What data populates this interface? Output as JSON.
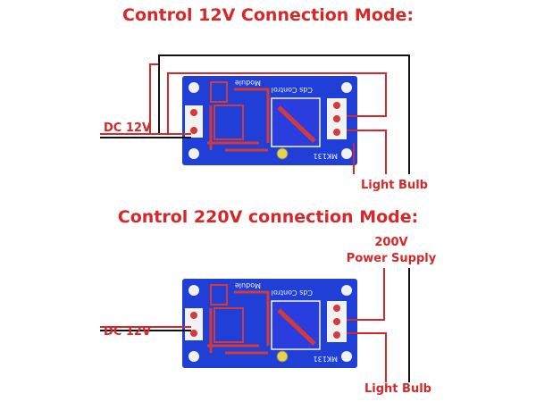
{
  "colors": {
    "label": "#d62828",
    "wire_red": "#d62828",
    "wire_black": "#111111",
    "board": "#1f3fd6",
    "trace": "#d43a3a",
    "pad": "#f2f2f2",
    "relay": "#2a3ee0"
  },
  "top": {
    "title": "Control 12V Connection Mode:",
    "board_text_1": "Cds Control",
    "board_text_2": "Module",
    "board_text_3": "MK131",
    "dc_label": "DC 12V",
    "bulb_label": "Light Bulb"
  },
  "bottom": {
    "title": "Control 220V connection Mode:",
    "power_label_1": "200V",
    "power_label_2": "Power Supply",
    "board_text_1": "Cds Control",
    "board_text_2": "Module",
    "board_text_3": "MK131",
    "dc_label": "DC 12V",
    "bulb_label": "Light Bulb"
  }
}
